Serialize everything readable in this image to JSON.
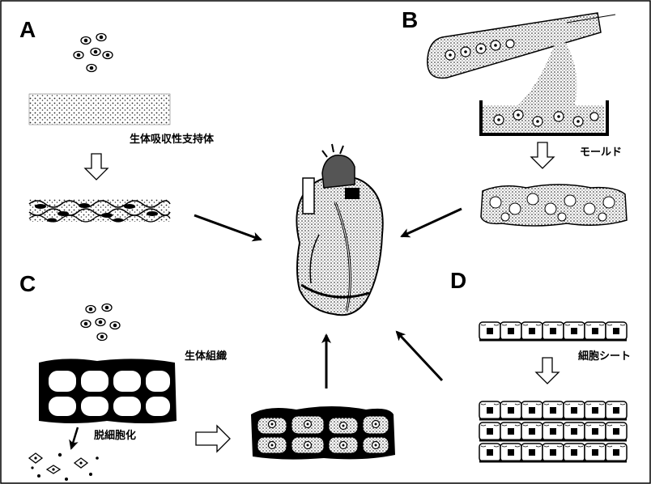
{
  "figure": {
    "panels": {
      "A": {
        "letter": "A",
        "label": "生体吸収性支持体"
      },
      "B": {
        "letter": "B",
        "label": "モールド"
      },
      "C": {
        "letter": "C",
        "label_tissue": "生体組織",
        "label_decell": "脱細胞化"
      },
      "D": {
        "letter": "D",
        "label": "細胞シート"
      }
    }
  }
}
